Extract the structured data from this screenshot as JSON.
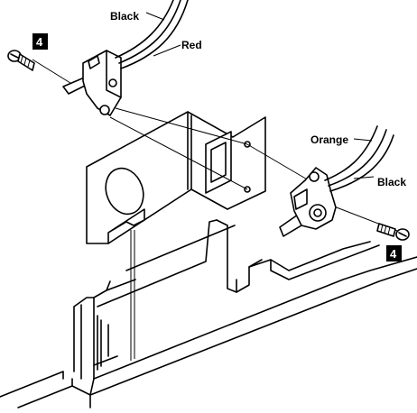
{
  "labels": {
    "wire_black_top": "Black",
    "wire_red": "Red",
    "wire_orange": "Orange",
    "wire_black_right": "Black"
  },
  "callouts": {
    "screw_left": "4",
    "screw_right": "4"
  },
  "colors": {
    "line": "#000000",
    "background": "#ffffff",
    "badge": "#000000"
  }
}
